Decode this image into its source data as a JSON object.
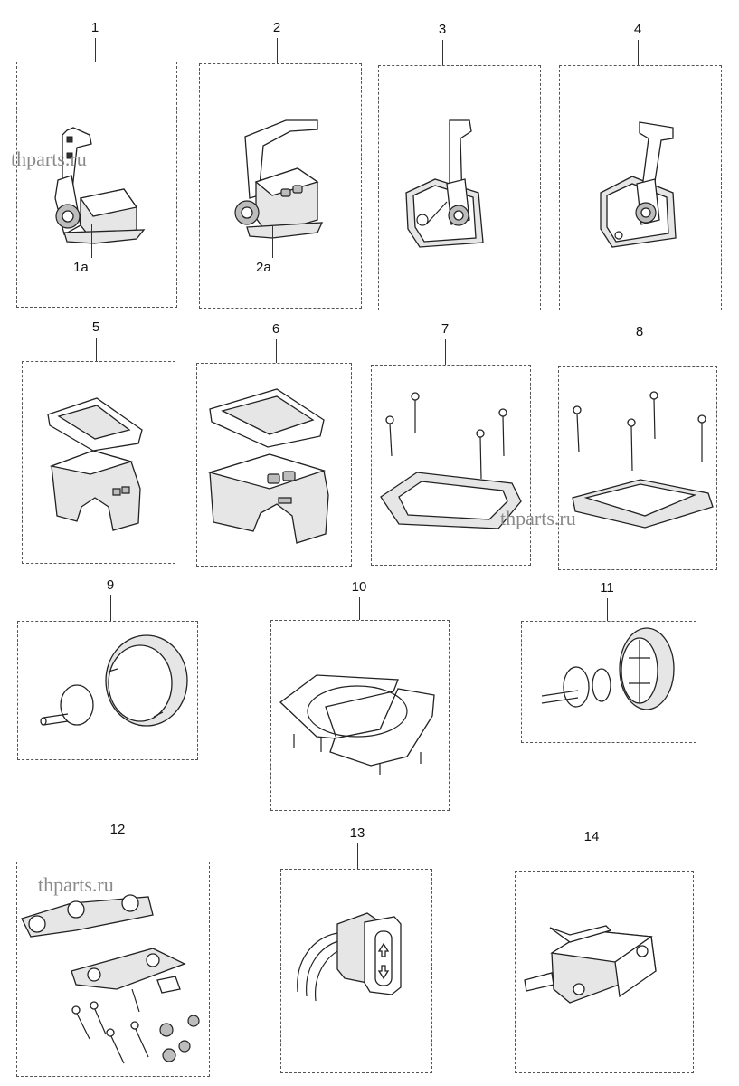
{
  "callouts": {
    "p1": "1",
    "p1a": "1a",
    "p2": "2",
    "p2a": "2a",
    "p3": "3",
    "p4": "4",
    "p5": "5",
    "p6": "6",
    "p7": "7",
    "p8": "8",
    "p9": "9",
    "p10": "10",
    "p11": "11",
    "p12": "12",
    "p13": "13",
    "p14": "14"
  },
  "watermark": "thparts.ru"
}
